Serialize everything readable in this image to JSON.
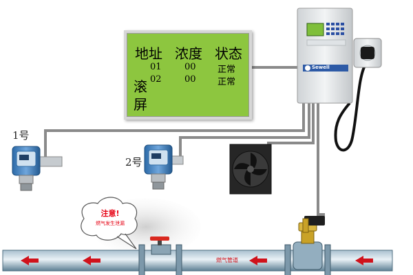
{
  "lcd": {
    "headers": [
      "地址",
      "浓度",
      "状态"
    ],
    "rows": [
      {
        "address": "01",
        "concentration": "00",
        "status": "正常"
      },
      {
        "address": "02",
        "concentration": "00",
        "status": "正常"
      }
    ],
    "scroll_label": [
      "滚",
      "屏"
    ]
  },
  "detectors": [
    {
      "label": "1号"
    },
    {
      "label": "2号"
    }
  ],
  "bubble": {
    "title": "注意!",
    "text": "燃气发生泄漏"
  },
  "pipe": {
    "label": "燃气管道"
  },
  "controller": {
    "brand": "Sewell"
  },
  "colors": {
    "lcd": "#8dc63f",
    "pipe": "#6e8fa3",
    "arrow": "#d0121b",
    "wire": "#8a8a8a",
    "valve_brass": "#c9a227"
  }
}
